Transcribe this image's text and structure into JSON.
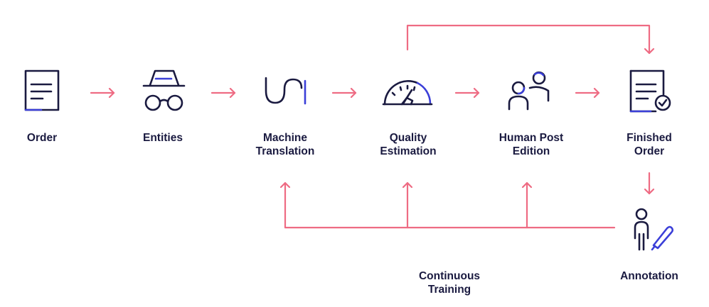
{
  "colors": {
    "arrow": "#ee6b83",
    "icon": "#1a1a40",
    "accent": "#3b3fd8",
    "label": "#1a1a40"
  },
  "steps": [
    {
      "id": "order",
      "icon": "document-icon",
      "lines": [
        "Order"
      ]
    },
    {
      "id": "entities",
      "icon": "incognito-icon",
      "lines": [
        "Entities"
      ]
    },
    {
      "id": "machine-translation",
      "icon": "wave-icon",
      "lines": [
        "Machine",
        "Translation"
      ]
    },
    {
      "id": "quality-estimation",
      "icon": "gauge-icon",
      "lines": [
        "Quality",
        "Estimation"
      ]
    },
    {
      "id": "human-post-edition",
      "icon": "people-icon",
      "lines": [
        "Human Post",
        "Edition"
      ]
    },
    {
      "id": "finished-order",
      "icon": "document-check-icon",
      "lines": [
        "Finished",
        "Order"
      ]
    },
    {
      "id": "annotation",
      "icon": "person-pen-icon",
      "lines": [
        "Annotation"
      ]
    }
  ],
  "feedback_label": [
    "Continuous",
    "Training"
  ]
}
